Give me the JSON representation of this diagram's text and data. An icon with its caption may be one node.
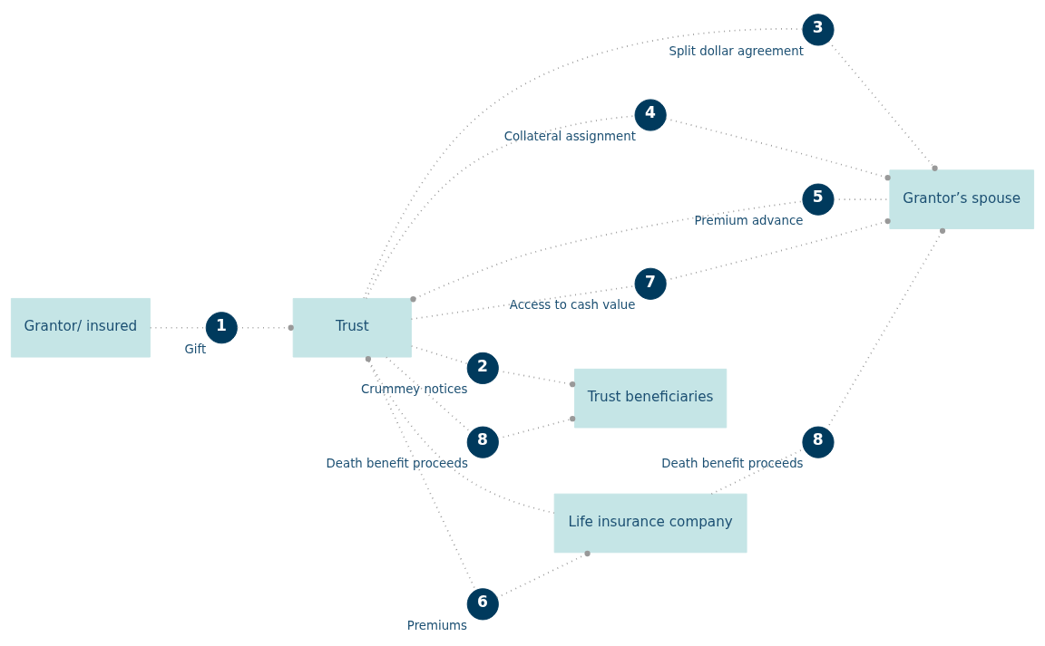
{
  "diagram": {
    "nodes": [
      {
        "text": [
          "3"
        ],
        "beside": [
          "Split dollar agreement"
        ]
      },
      {
        "text": [
          "Grantor/ insured"
        ]
      },
      {
        "text": [
          "1"
        ],
        "beside": [
          "Gift"
        ]
      },
      {
        "text": [
          "Trust"
        ]
      },
      {
        "text": [
          "4"
        ],
        "beside": [
          "Collateral assignment"
        ]
      },
      {
        "text": [
          "Grantor’s spouse"
        ]
      },
      {
        "text": [
          "5"
        ],
        "beside": [
          "Premium advance"
        ]
      },
      {
        "text": [
          "7"
        ],
        "beside": [
          "Access to cash value"
        ]
      },
      {
        "text": [
          "2"
        ],
        "beside": [
          "Crummey notices"
        ]
      },
      {
        "text": [
          "Trust beneficiaries"
        ]
      },
      {
        "text": [
          "8"
        ],
        "beside": [
          "Death benefit proceeds"
        ]
      },
      {
        "text": [
          "8"
        ],
        "beside": [
          "Death benefit proceeds"
        ]
      },
      {
        "text": [
          "Life insurance company"
        ]
      },
      {
        "text": [
          "6"
        ],
        "beside": [
          "Premiums"
        ]
      }
    ],
    "edges": [
      {
        "from": 1,
        "to": 2,
        "arrow": "none"
      },
      {
        "from": 2,
        "to": 3,
        "arrow": "other"
      },
      {
        "from": 3,
        "to": 0,
        "arrow": "none"
      },
      {
        "from": 0,
        "to": 5,
        "arrow": "other"
      },
      {
        "from": 3,
        "to": 4,
        "arrow": "none"
      },
      {
        "from": 4,
        "to": 5,
        "arrow": "other"
      },
      {
        "from": 6,
        "to": 3,
        "arrow": "other"
      },
      {
        "from": 5,
        "to": 6,
        "arrow": "none"
      },
      {
        "from": 3,
        "to": 7,
        "arrow": "none"
      },
      {
        "from": 7,
        "to": 5,
        "arrow": "other"
      },
      {
        "from": 3,
        "to": 8,
        "arrow": "none"
      },
      {
        "from": 8,
        "to": 9,
        "arrow": "other"
      },
      {
        "from": 3,
        "to": 10,
        "arrow": "none"
      },
      {
        "from": 10,
        "to": 9,
        "arrow": "other"
      },
      {
        "from": 3,
        "to": 13,
        "arrow": "none"
      },
      {
        "from": 13,
        "to": 12,
        "arrow": "other"
      },
      {
        "from": 12,
        "to": 3,
        "arrow": "other"
      },
      {
        "from": 12,
        "to": 11,
        "arrow": "none"
      },
      {
        "from": 11,
        "to": 5,
        "arrow": "other"
      }
    ]
  }
}
